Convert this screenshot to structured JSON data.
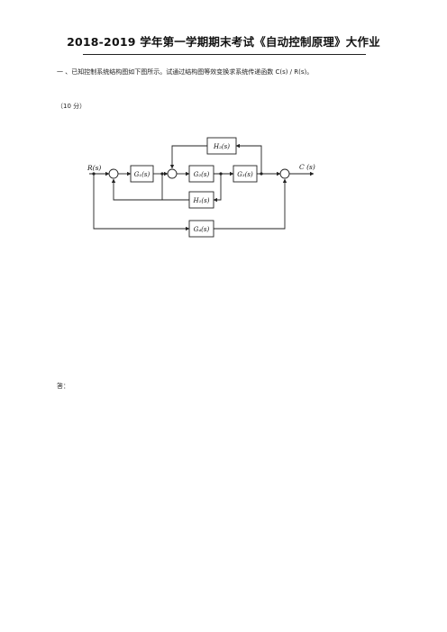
{
  "document": {
    "title": "2018-2019 学年第一学期期末考试《自动控制原理》大作业",
    "question": "一 、已知控制系统结构图如下图所示。试通过结构图等效变换求系统传递函数 C(s) / R(s)。",
    "points": "（10 分）",
    "answer_label": "答："
  },
  "diagram": {
    "input_label": "R(s)",
    "output_label": "C (s)",
    "blocks": {
      "g1": "G₁(s)",
      "g2": "G₂(s)",
      "g3": "G₃(s)",
      "g4": "G₄(s)",
      "h1": "H₁(s)",
      "h2": "H₂(s)"
    }
  }
}
